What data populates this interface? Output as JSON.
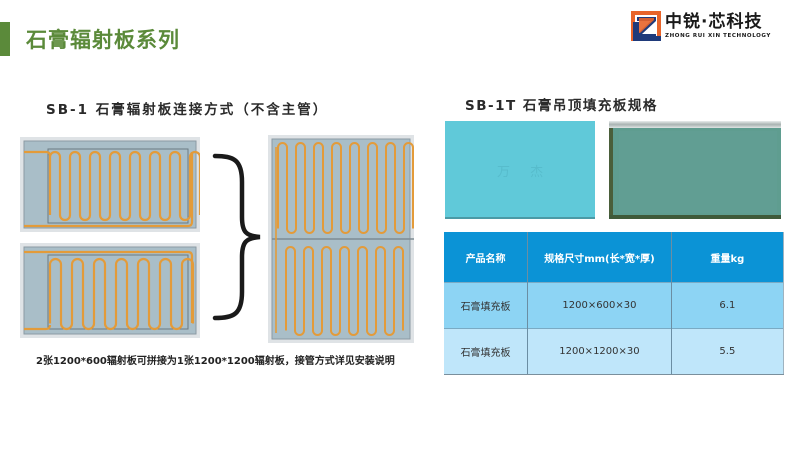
{
  "header": {
    "title": "石膏辐射板系列",
    "accent_color": "#5b8a3a"
  },
  "logo": {
    "name_cn": "中锐·芯科技",
    "name_en": "ZHONG RUI XIN TECHNOLOGY",
    "colors": {
      "orange": "#e8642a",
      "navy": "#1f3a7a"
    }
  },
  "section_left": {
    "title": "SB-1 石膏辐射板连接方式（不含主管）",
    "caption": "2张1200*600辐射板可拼接为1张1200*1200辐射板，接管方式详见安装说明",
    "images": [
      "radiant-panel-600-top",
      "radiant-panel-600-bottom",
      "curly-brace",
      "radiant-panel-1200-combined"
    ]
  },
  "section_right": {
    "title": "SB-1T 石膏吊顶填充板规格",
    "board_watermark": "万 杰",
    "images": [
      "blue-gypsum-board",
      "green-gypsum-board-photo"
    ],
    "table": {
      "headers": [
        "产品名称",
        "规格尺寸mm(长*宽*厚)",
        "重量kg"
      ],
      "rows": [
        [
          "石膏填充板",
          "1200×600×30",
          "6.1"
        ],
        [
          "石膏填充板",
          "1200×1200×30",
          "5.5"
        ]
      ]
    }
  }
}
